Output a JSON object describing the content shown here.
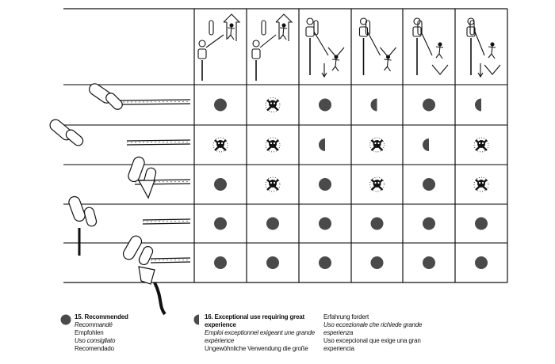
{
  "colors": {
    "symbol": "#4a4a4a",
    "line": "#111111"
  },
  "columns": [
    "belay-clipped-leader-above",
    "belay-anchor-leader-above",
    "belay-lower-down",
    "belay-leader-fall-below",
    "belay-lowering-pulley",
    "belay-lowering-direct"
  ],
  "rows": [
    "connector-double-carabiner",
    "connector-chain-link",
    "connector-triangle-maillon",
    "connector-knot-carabiner",
    "connector-self-locking-device"
  ],
  "matrix": [
    [
      "R",
      "X",
      "R",
      "E",
      "R",
      "E"
    ],
    [
      "X",
      "X",
      "E",
      "X",
      "E",
      "X"
    ],
    [
      "R",
      "X",
      "R",
      "X",
      "R",
      "X"
    ],
    [
      "R",
      "R",
      "R",
      "R",
      "R",
      "R"
    ],
    [
      "R",
      "R",
      "R",
      "R",
      "R",
      "R"
    ]
  ],
  "symbol_key": {
    "R": "recommended",
    "E": "exceptional-use",
    "X": "forbidden-skull"
  },
  "legend": {
    "recommended": {
      "en": "15. Recommended",
      "fr": "Recommandé",
      "de": "Empfohlen",
      "it": "Uso consigliato",
      "es": "Recomendado"
    },
    "exceptional": {
      "en": "16. Exceptional use requiring great",
      "en2": "experience",
      "fr": "Emploi exceptionnel exigeant une grande",
      "fr2": "expérience",
      "de": "Ungewöhnliche Verwendung die große",
      "de2": "Erfahrung fordert",
      "it": "Uso eccezionale che richiede grande",
      "it2": "esperienza",
      "es": "Uso excepcional que exige una gran",
      "es2": "experiencia"
    }
  }
}
